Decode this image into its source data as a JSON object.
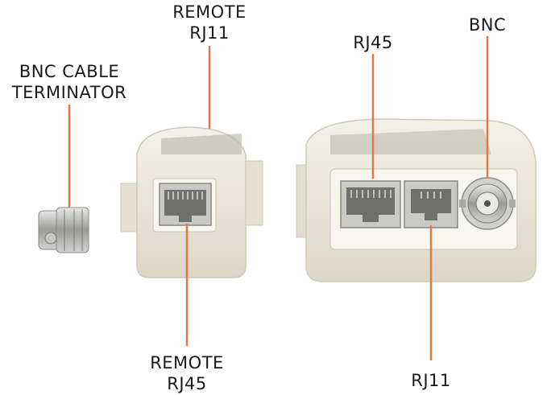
{
  "colors": {
    "leader_line": "#e07a45",
    "housing": "#ece8dc",
    "housing_shadow": "#d6d1c2",
    "jack_metal": "#b9b9b5",
    "text": "#1a1a1a"
  },
  "labels": {
    "remote_rj11": [
      "REMOTE",
      "RJ11"
    ],
    "bnc_terminator": [
      "BNC CABLE",
      "TERMINATOR"
    ],
    "rj45": [
      "RJ45"
    ],
    "bnc": [
      "BNC"
    ],
    "remote_rj45": [
      "REMOTE",
      "RJ45"
    ],
    "rj11": [
      "RJ11"
    ]
  }
}
